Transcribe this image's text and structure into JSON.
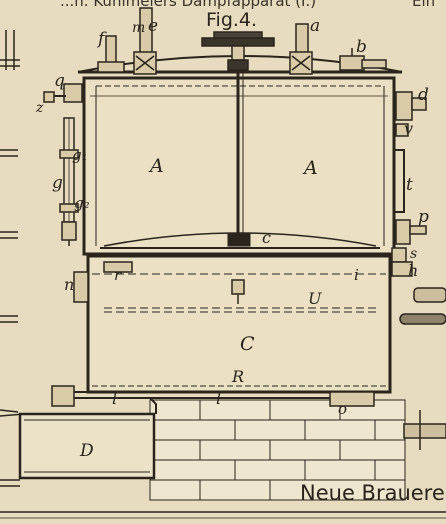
{
  "header_fragment_left": "...h. Kühlmeiers Dampfapparat (I.)",
  "header_fragment_right": "Ein",
  "figure_label": "Fig.4.",
  "caption": "Neue Brauere",
  "labels": {
    "a": "a",
    "b": "b",
    "c": "c",
    "d": "d",
    "e": "e",
    "f": "f",
    "g": "g",
    "g1": "g₁",
    "g2": "g₂",
    "h": "h",
    "i": "i",
    "l": "l",
    "m": "m",
    "n": "n",
    "o": "o",
    "p": "p",
    "q": "q",
    "r": "r",
    "s": "s",
    "t": "t",
    "v": "v",
    "z": "z",
    "A": "A",
    "C": "C",
    "D": "D",
    "R": "R",
    "U": "U"
  },
  "colors": {
    "paper": "#e8dcc0",
    "ink": "#2a241c",
    "shade": "#b9ab8c"
  }
}
